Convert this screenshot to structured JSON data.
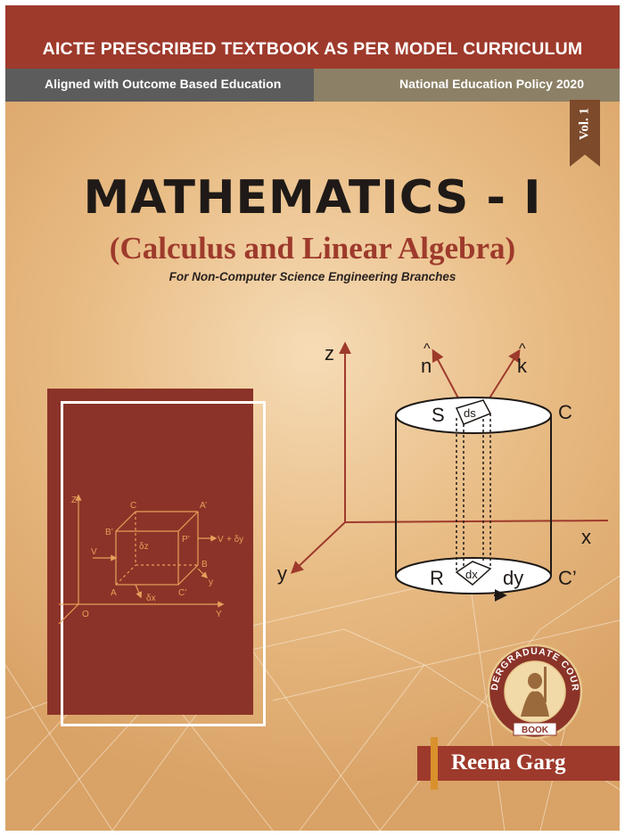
{
  "header": {
    "series": "AICTE PRESCRIBED TEXTBOOK AS PER MODEL CURRICULUM",
    "left_note": "Aligned with Outcome Based Education",
    "right_note": "National Education Policy 2020"
  },
  "volume": "Vol. 1",
  "title": "MATHEMATICS - I",
  "subtitle": "(Calculus and Linear Algebra)",
  "tagline": "For Non-Computer Science Engineering Branches",
  "main_diagram": {
    "labels": [
      "z",
      "y",
      "x",
      "n",
      "k",
      "S",
      "C",
      "R",
      "C’",
      "ds",
      "dx",
      "dy"
    ]
  },
  "inset_diagram": {
    "labels": [
      "Z",
      "C",
      "A’",
      "B’",
      "P’",
      "V",
      "δz",
      "B",
      "A",
      "C’",
      "δx",
      "O",
      "Y",
      "y",
      "V",
      "+ δy"
    ]
  },
  "seal": {
    "top_text": "UNDERGRADUATE COURSE",
    "bottom_text": "BOOK"
  },
  "author": "Reena Garg",
  "colors": {
    "brand": "#9e3a2c",
    "left_band": "#5c5c5c",
    "right_band": "#8c8066",
    "background": "#e9bd86",
    "ribbon": "#7d4a2b",
    "accent": "#d8912c"
  }
}
